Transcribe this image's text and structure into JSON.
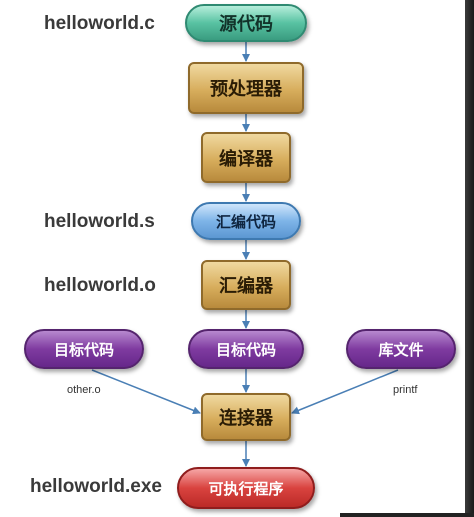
{
  "files": {
    "source": "helloworld.c",
    "assembly": "helloworld.s",
    "object": "helloworld.o",
    "executable": "helloworld.exe"
  },
  "nodes": {
    "source_code": "源代码",
    "preprocessor": "预处理器",
    "compiler": "编译器",
    "assembly_code": "汇编代码",
    "assembler": "汇编器",
    "object_code_left": "目标代码",
    "object_code_center": "目标代码",
    "library_file": "库文件",
    "linker": "连接器",
    "executable_program": "可执行程序"
  },
  "edge_labels": {
    "left": "other.o",
    "right": "printf"
  },
  "colors": {
    "rect_fill": "#d7ad5c",
    "green_pill": "#58c2a2",
    "blue_pill": "#7eb4e8",
    "purple_pill": "#7f3ba0",
    "red_pill": "#d9433f",
    "arrow": "#4a7fb5",
    "file_label_text": "#3a3a3a"
  }
}
